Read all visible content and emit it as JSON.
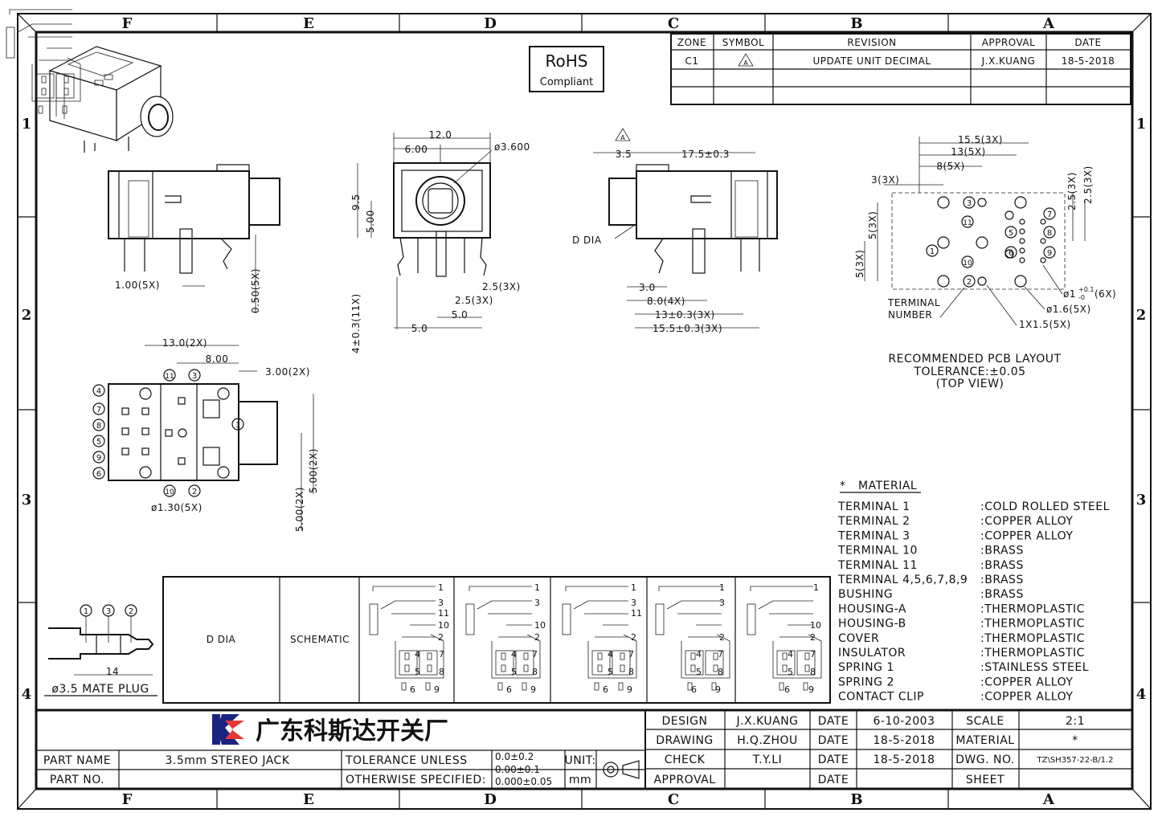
{
  "zones_top": [
    "F",
    "E",
    "D",
    "C",
    "B",
    "A"
  ],
  "zones_side": [
    "1",
    "2",
    "3",
    "4"
  ],
  "rohs": {
    "line1": "RoHS",
    "line2": "Compliant"
  },
  "revision_table": {
    "headers": [
      "ZONE",
      "SYMBOL",
      "REVISION",
      "APPROVAL",
      "DATE"
    ],
    "rows": [
      {
        "zone": "C1",
        "symbol": "A",
        "revision": "UPDATE UNIT DECIMAL",
        "approval": "J.X.KUANG",
        "date": "18-5-2018"
      }
    ]
  },
  "dims_front": {
    "width": "12.0",
    "half": "6.00",
    "dia": "ø3.600",
    "h1": "9.5",
    "h2": "5.00",
    "pin_len": "4±0.3(11X)",
    "p1": "2.5(3X)",
    "p2": "2.5(3X)",
    "p3": "5.0",
    "p4": "5.0"
  },
  "dims_side_left": {
    "p1": "1.00(5X)",
    "p2": "0.50(5X)"
  },
  "dims_side_right": {
    "tri": "A",
    "d1": "3.5",
    "d2": "17.5±0.3",
    "ddia": "D DIA",
    "e1": "3.0",
    "e2": "8.0(4X)",
    "e3": "13±0.3(3X)",
    "e4": "15.5±0.3(3X)"
  },
  "pcb": {
    "d1": "15.5(3X)",
    "d2": "13(5X)",
    "d3": "8(5X)",
    "d4": "3(3X)",
    "d5": "2.5(3X)",
    "d6": "2.5(3X)",
    "d7": "5(3X)",
    "d8": "5(3X)",
    "h1": "ø1",
    "h1tol": "+0.1",
    "h1tol2": "-0",
    "h1n": "(6X)",
    "h2": "ø1.6(5X)",
    "h3": "1X1.5(5X)",
    "term1": "TERMINAL",
    "term2": "NUMBER",
    "cap1": "RECOMMENDED PCB LAYOUT",
    "cap2": "TOLERANCE:±0.05",
    "cap3": "(TOP VIEW)"
  },
  "bottom_view": {
    "d1": "13.0(2X)",
    "d2": "8.00",
    "d3": "3.00(2X)",
    "d4": "5.00(2X)",
    "d5": "5.00(2X)",
    "hole": "ø1.30(5X)"
  },
  "terminal_labels": [
    "1",
    "2",
    "3",
    "4",
    "5",
    "6",
    "7",
    "8",
    "9",
    "10",
    "11"
  ],
  "mate_plug": {
    "dim": "14",
    "label": "ø3.5 MATE PLUG"
  },
  "schematic_table": {
    "ddia": "D DIA",
    "schematic": "SCHEMATIC"
  },
  "material": {
    "title": "MATERIAL",
    "star": "*",
    "rows": [
      {
        "part": "TERMINAL 1",
        "mat": ":COLD ROLLED STEEL"
      },
      {
        "part": "TERMINAL 2",
        "mat": ":COPPER ALLOY"
      },
      {
        "part": "TERMINAL 3",
        "mat": ":COPPER ALLOY"
      },
      {
        "part": "TERMINAL 10",
        "mat": ":BRASS"
      },
      {
        "part": "TERMINAL 11",
        "mat": ":BRASS"
      },
      {
        "part": "TERMINAL 4,5,6,7,8,9",
        "mat": ":BRASS"
      },
      {
        "part": "BUSHING",
        "mat": ":BRASS"
      },
      {
        "part": "HOUSING-A",
        "mat": ":THERMOPLASTIC"
      },
      {
        "part": "HOUSING-B",
        "mat": ":THERMOPLASTIC"
      },
      {
        "part": "COVER",
        "mat": ":THERMOPLASTIC"
      },
      {
        "part": "INSULATOR",
        "mat": ":THERMOPLASTIC"
      },
      {
        "part": "SPRING 1",
        "mat": ":STAINLESS STEEL"
      },
      {
        "part": "SPRING 2",
        "mat": ":COPPER ALLOY"
      },
      {
        "part": "CONTACT CLIP",
        "mat": ":COPPER ALLOY"
      }
    ]
  },
  "title_block": {
    "company": "广东科斯达开关厂",
    "part_name_label": "PART NAME",
    "part_name": "3.5mm STEREO JACK",
    "part_no_label": "PART NO.",
    "tol1": "TOLERANCE UNLESS",
    "tol2": "OTHERWISE SPECIFIED:",
    "tv1": "0.0±0.2",
    "tv2": "0.00±0.1",
    "tv3": "0.000±0.05",
    "unit": "UNIT:",
    "mm": "mm",
    "design": "DESIGN",
    "design_by": "J.X.KUANG",
    "date_l": "DATE",
    "design_date": "6-10-2003",
    "drawing": "DRAWING",
    "drawing_by": "H.Q.ZHOU",
    "drawing_date": "18-5-2018",
    "check": "CHECK",
    "check_by": "T.Y.LI",
    "check_date": "18-5-2018",
    "approval": "APPROVAL",
    "scale_l": "SCALE",
    "scale": "2:1",
    "material_l": "MATERIAL",
    "material": "*",
    "dwg_l": "DWG. NO.",
    "dwg": "TZ\\SH357-22-B/1.2",
    "sheet_l": "SHEET"
  }
}
